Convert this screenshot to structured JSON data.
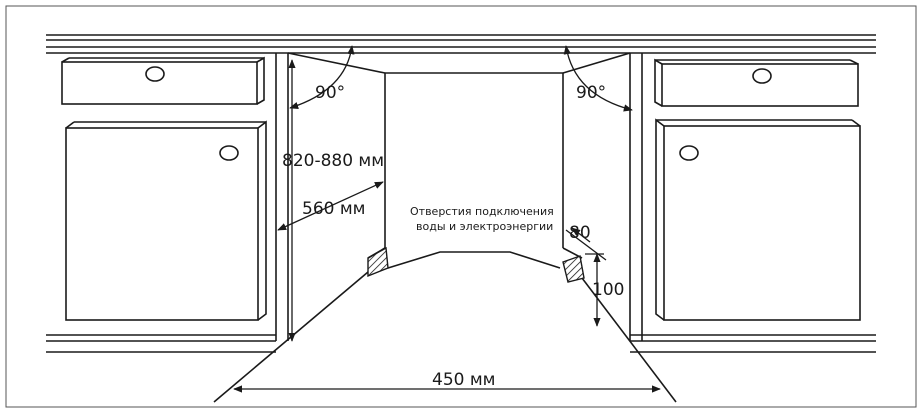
{
  "labels": {
    "angle_left": "90°",
    "angle_right": "90°",
    "height": "820-880 мм",
    "depth": "560 мм",
    "width": "450 мм",
    "dim_80": "80",
    "dim_100": "100",
    "connection_line1": "Отверстия подключения",
    "connection_line2": "воды и электроэнергии"
  },
  "colors": {
    "line": "#1a1a1a",
    "background": "#ffffff"
  }
}
